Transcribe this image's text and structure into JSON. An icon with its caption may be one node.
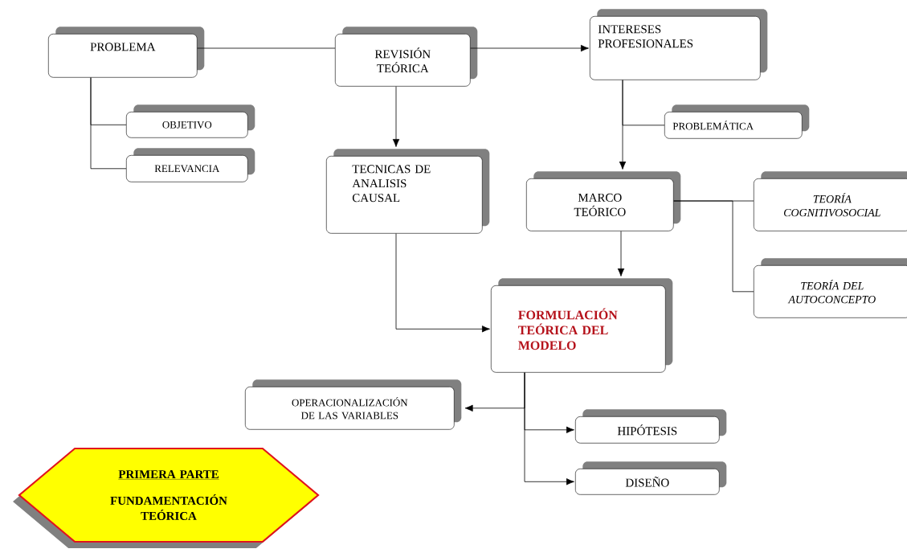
{
  "diagram": {
    "nodes": [
      {
        "text": [
          "PROBLEMA"
        ]
      },
      {
        "text": [
          "OBJETIVO"
        ]
      },
      {
        "text": [
          "RELEVANCIA"
        ]
      },
      {
        "text": [
          "REVISIÓN TEÓRICA"
        ]
      },
      {
        "text": [
          "INTERESES PROFESIONALES"
        ]
      },
      {
        "text": [
          "TECNICAS DE ANALISIS CAUSAL"
        ]
      },
      {
        "text": [
          "PROBLEMÁTICA"
        ]
      },
      {
        "text": [
          "MARCO TEÓRICO"
        ]
      },
      {
        "text": [
          "TEORÍA COGNITIVOSOCIAL"
        ]
      },
      {
        "text": [
          "TEORÍA DEL AUTOCONCEPTO"
        ]
      },
      {
        "text": [
          "FORMULACIÓN TEÓRICA DEL MODELO"
        ]
      },
      {
        "text": [
          "OPERACIONALIZACIÓN DE LAS VARIABLES"
        ]
      },
      {
        "text": [
          "HIPÓTESIS"
        ]
      },
      {
        "text": [
          "DISEÑO"
        ]
      },
      {
        "text": [
          "PRIMERA PARTE",
          "FUNDAMENTACIÓN TEÓRICA"
        ]
      }
    ],
    "edges": [
      {
        "from": 0,
        "to": 3,
        "arrow": "none"
      },
      {
        "from": 0,
        "to": 1,
        "arrow": "none"
      },
      {
        "from": 0,
        "to": 2,
        "arrow": "none"
      },
      {
        "from": 3,
        "to": 4,
        "arrow": "to"
      },
      {
        "from": 3,
        "to": 5,
        "arrow": "to"
      },
      {
        "from": 4,
        "to": 6,
        "arrow": "none"
      },
      {
        "from": 4,
        "to": 7,
        "arrow": "to"
      },
      {
        "from": 7,
        "to": 8,
        "arrow": "none"
      },
      {
        "from": 7,
        "to": 9,
        "arrow": "none"
      },
      {
        "from": 5,
        "to": 10,
        "arrow": "to"
      },
      {
        "from": 7,
        "to": 10,
        "arrow": "to"
      },
      {
        "from": 10,
        "to": 11,
        "arrow": "to"
      },
      {
        "from": 10,
        "to": 12,
        "arrow": "to"
      },
      {
        "from": 10,
        "to": 13,
        "arrow": "to"
      }
    ]
  }
}
